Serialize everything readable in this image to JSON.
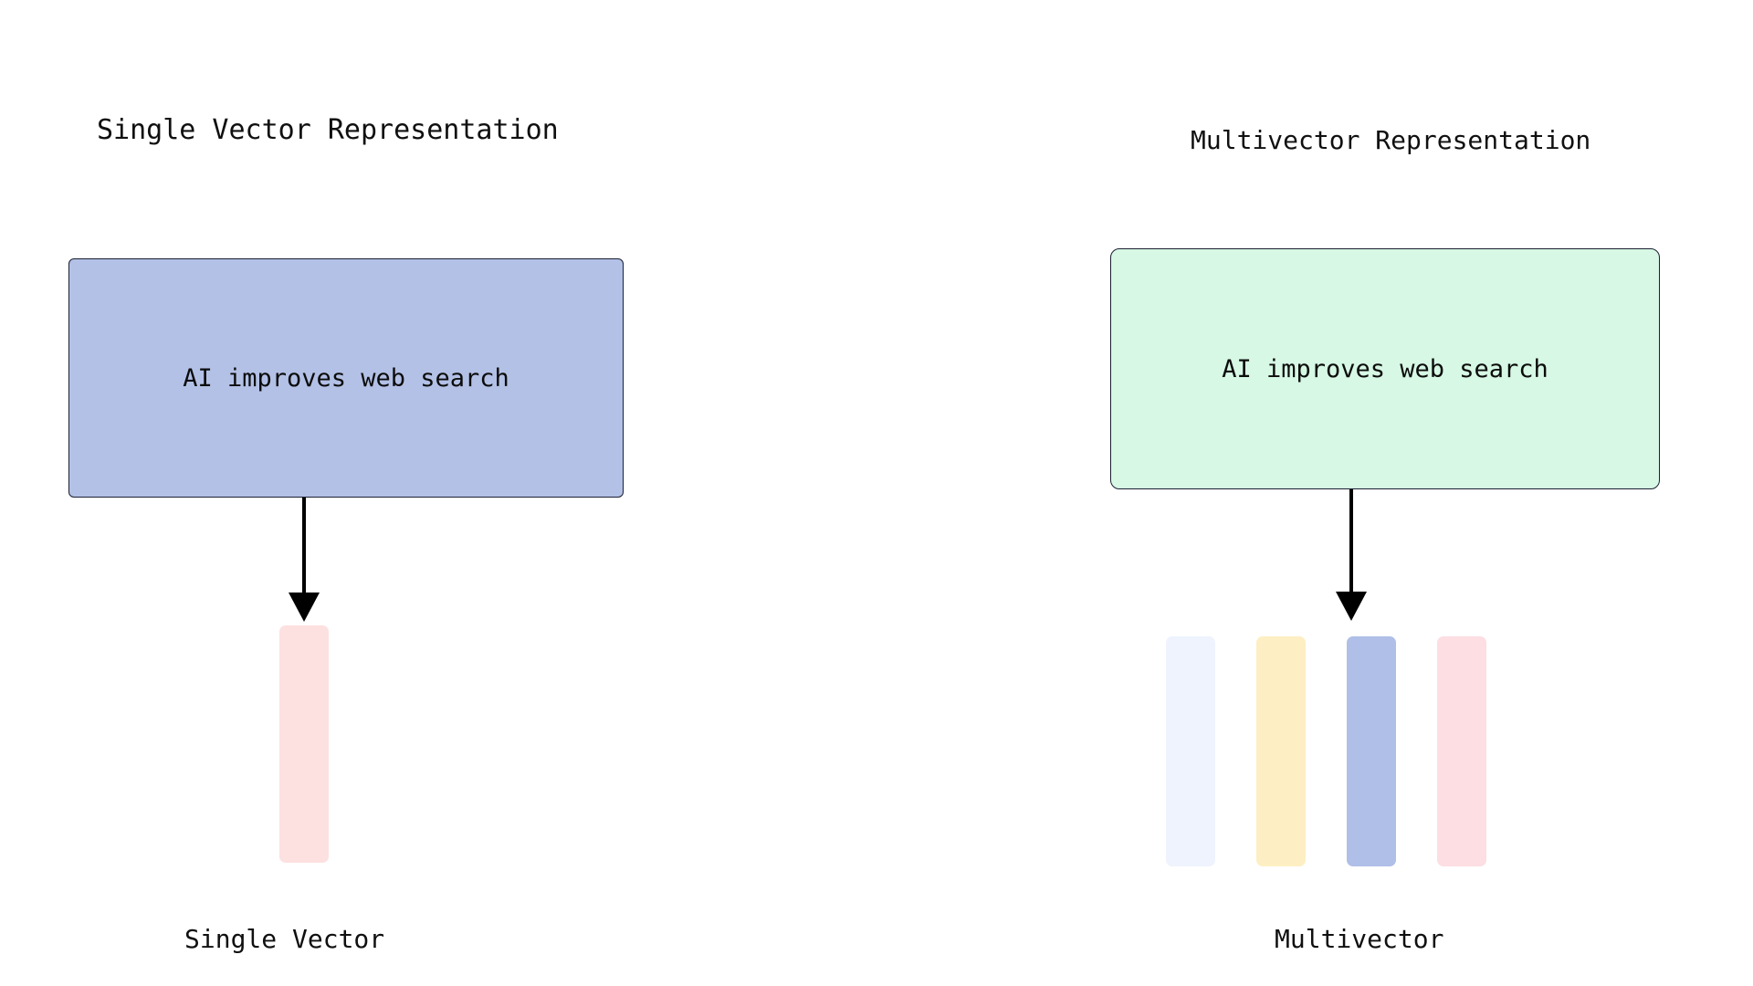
{
  "diagram": {
    "background_color": "#ffffff",
    "panels": [
      {
        "id": "single",
        "title": "Single Vector Representation",
        "doc_box": {
          "text": "AI improves web search",
          "fill": "#b3c1e6",
          "border": "#1c2033"
        },
        "arrow": {
          "name": "down-arrow-icon",
          "color": "#000000"
        },
        "vectors": [
          {
            "label": "single-vector-bar",
            "color": "#fde0e0"
          }
        ],
        "caption": "Single Vector"
      },
      {
        "id": "multi",
        "title": "Multivector Representation",
        "doc_box": {
          "text": "AI improves web search",
          "fill": "#d6f8e4",
          "border": "#1c2033"
        },
        "arrow": {
          "name": "down-arrow-icon",
          "color": "#000000"
        },
        "vectors": [
          {
            "label": "token-vector-bar-1",
            "color": "#eef3fd"
          },
          {
            "label": "token-vector-bar-2",
            "color": "#fdefc3"
          },
          {
            "label": "token-vector-bar-3",
            "color": "#afbfe7"
          },
          {
            "label": "token-vector-bar-4",
            "color": "#fcdee3"
          }
        ],
        "caption": "Multivector"
      }
    ]
  }
}
